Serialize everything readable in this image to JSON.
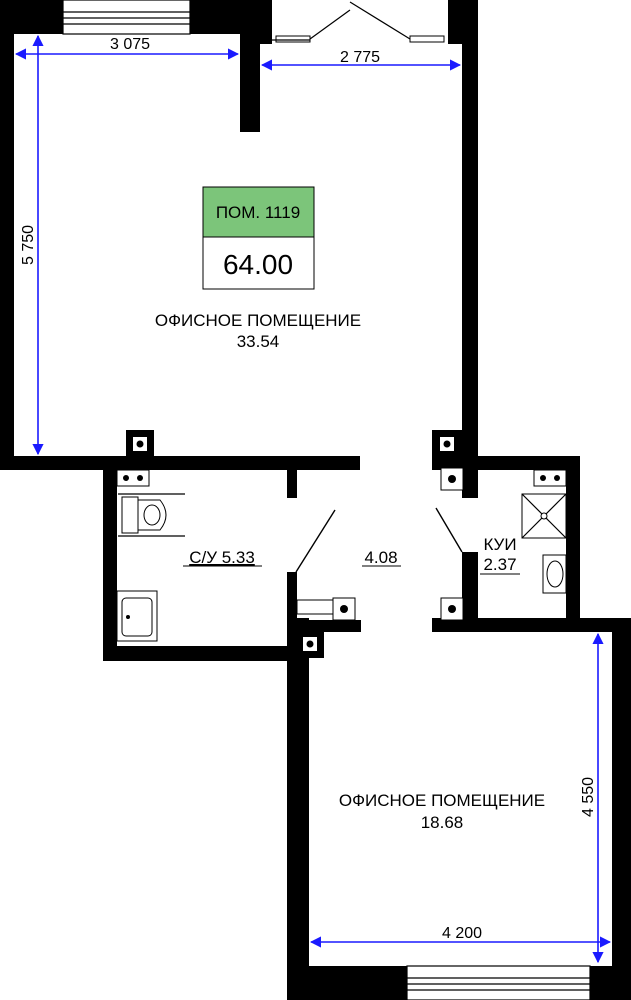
{
  "unit": {
    "tag": "ПОМ. 1119",
    "total_area": "64.00",
    "tag_color": "#7cc57a"
  },
  "rooms": {
    "office_main": {
      "name": "ОФИСНОЕ ПОМЕЩЕНИЕ",
      "area": "33.54"
    },
    "office_second": {
      "name": "ОФИСНОЕ ПОМЕЩЕНИЕ",
      "area": "18.68"
    },
    "bathroom": {
      "label": "С/У 5.33"
    },
    "hall": {
      "area": "4.08"
    },
    "kui": {
      "name": "КУИ",
      "area": "2.37"
    }
  },
  "dimensions": {
    "top_left_width": "3 075",
    "top_right_width": "2 775",
    "left_height": "5 750",
    "right_height": "4 550",
    "bottom_width": "4 200"
  },
  "colors": {
    "walls": "#000000",
    "dimension_lines": "#1a1aff"
  }
}
